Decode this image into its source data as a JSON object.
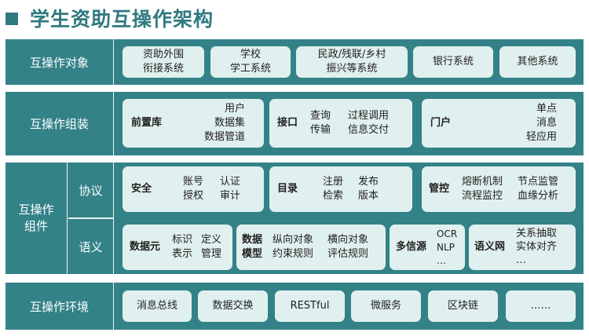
{
  "title": "学生资助互操作架构",
  "colors": {
    "primary": "#338288",
    "box_fill": "#e0f0ee",
    "title": "#2f7a80"
  },
  "rows": {
    "objects": {
      "label": "互操作对象",
      "items": [
        {
          "lines": [
            "资助外围",
            "衔接系统"
          ]
        },
        {
          "lines": [
            "学校",
            "学工系统"
          ]
        },
        {
          "lines": [
            "民政/残联/乡村",
            "振兴等系统"
          ]
        },
        {
          "lines": [
            "银行系统"
          ]
        },
        {
          "lines": [
            "其他系统"
          ]
        }
      ]
    },
    "assembly": {
      "label": "互操作组装",
      "items": [
        {
          "name": "前置库",
          "lines": [
            "用户",
            "数据集",
            "数据管道"
          ]
        },
        {
          "name": "接口",
          "col1": [
            "查询",
            "传输"
          ],
          "col2": [
            "过程调用",
            "信息交付"
          ]
        },
        {
          "name": "门户",
          "lines": [
            "单点",
            "消息",
            "轻应用"
          ]
        }
      ]
    },
    "components": {
      "label": [
        "互操作",
        "组件"
      ],
      "protocol": {
        "label": "协议",
        "items": [
          {
            "name": "安全",
            "col1": [
              "账号",
              "授权"
            ],
            "col2": [
              "认证",
              "审计"
            ]
          },
          {
            "name": "目录",
            "col1": [
              "注册",
              "检索"
            ],
            "col2": [
              "发布",
              "版本"
            ]
          },
          {
            "name": "管控",
            "col1": [
              "熔断机制",
              "流程监控"
            ],
            "col2": [
              "节点监管",
              "血缘分析"
            ]
          }
        ]
      },
      "semantic": {
        "label": "语义",
        "items": [
          {
            "name": "数据元",
            "col1": [
              "标识",
              "表示"
            ],
            "col2": [
              "定义",
              "管理"
            ]
          },
          {
            "name": [
              "数据",
              "模型"
            ],
            "col1": [
              "纵向对象",
              "约束规则"
            ],
            "col2": [
              "横向对象",
              "评估规则"
            ]
          },
          {
            "name": "多信源",
            "lines": [
              "OCR",
              "NLP",
              "…"
            ]
          },
          {
            "name": "语义网",
            "lines": [
              "关系抽取",
              "实体对齐",
              "…"
            ]
          }
        ]
      }
    },
    "environment": {
      "label": "互操作环境",
      "items": [
        "消息总线",
        "数据交换",
        "RESTful",
        "微服务",
        "区块链",
        "……"
      ]
    }
  }
}
